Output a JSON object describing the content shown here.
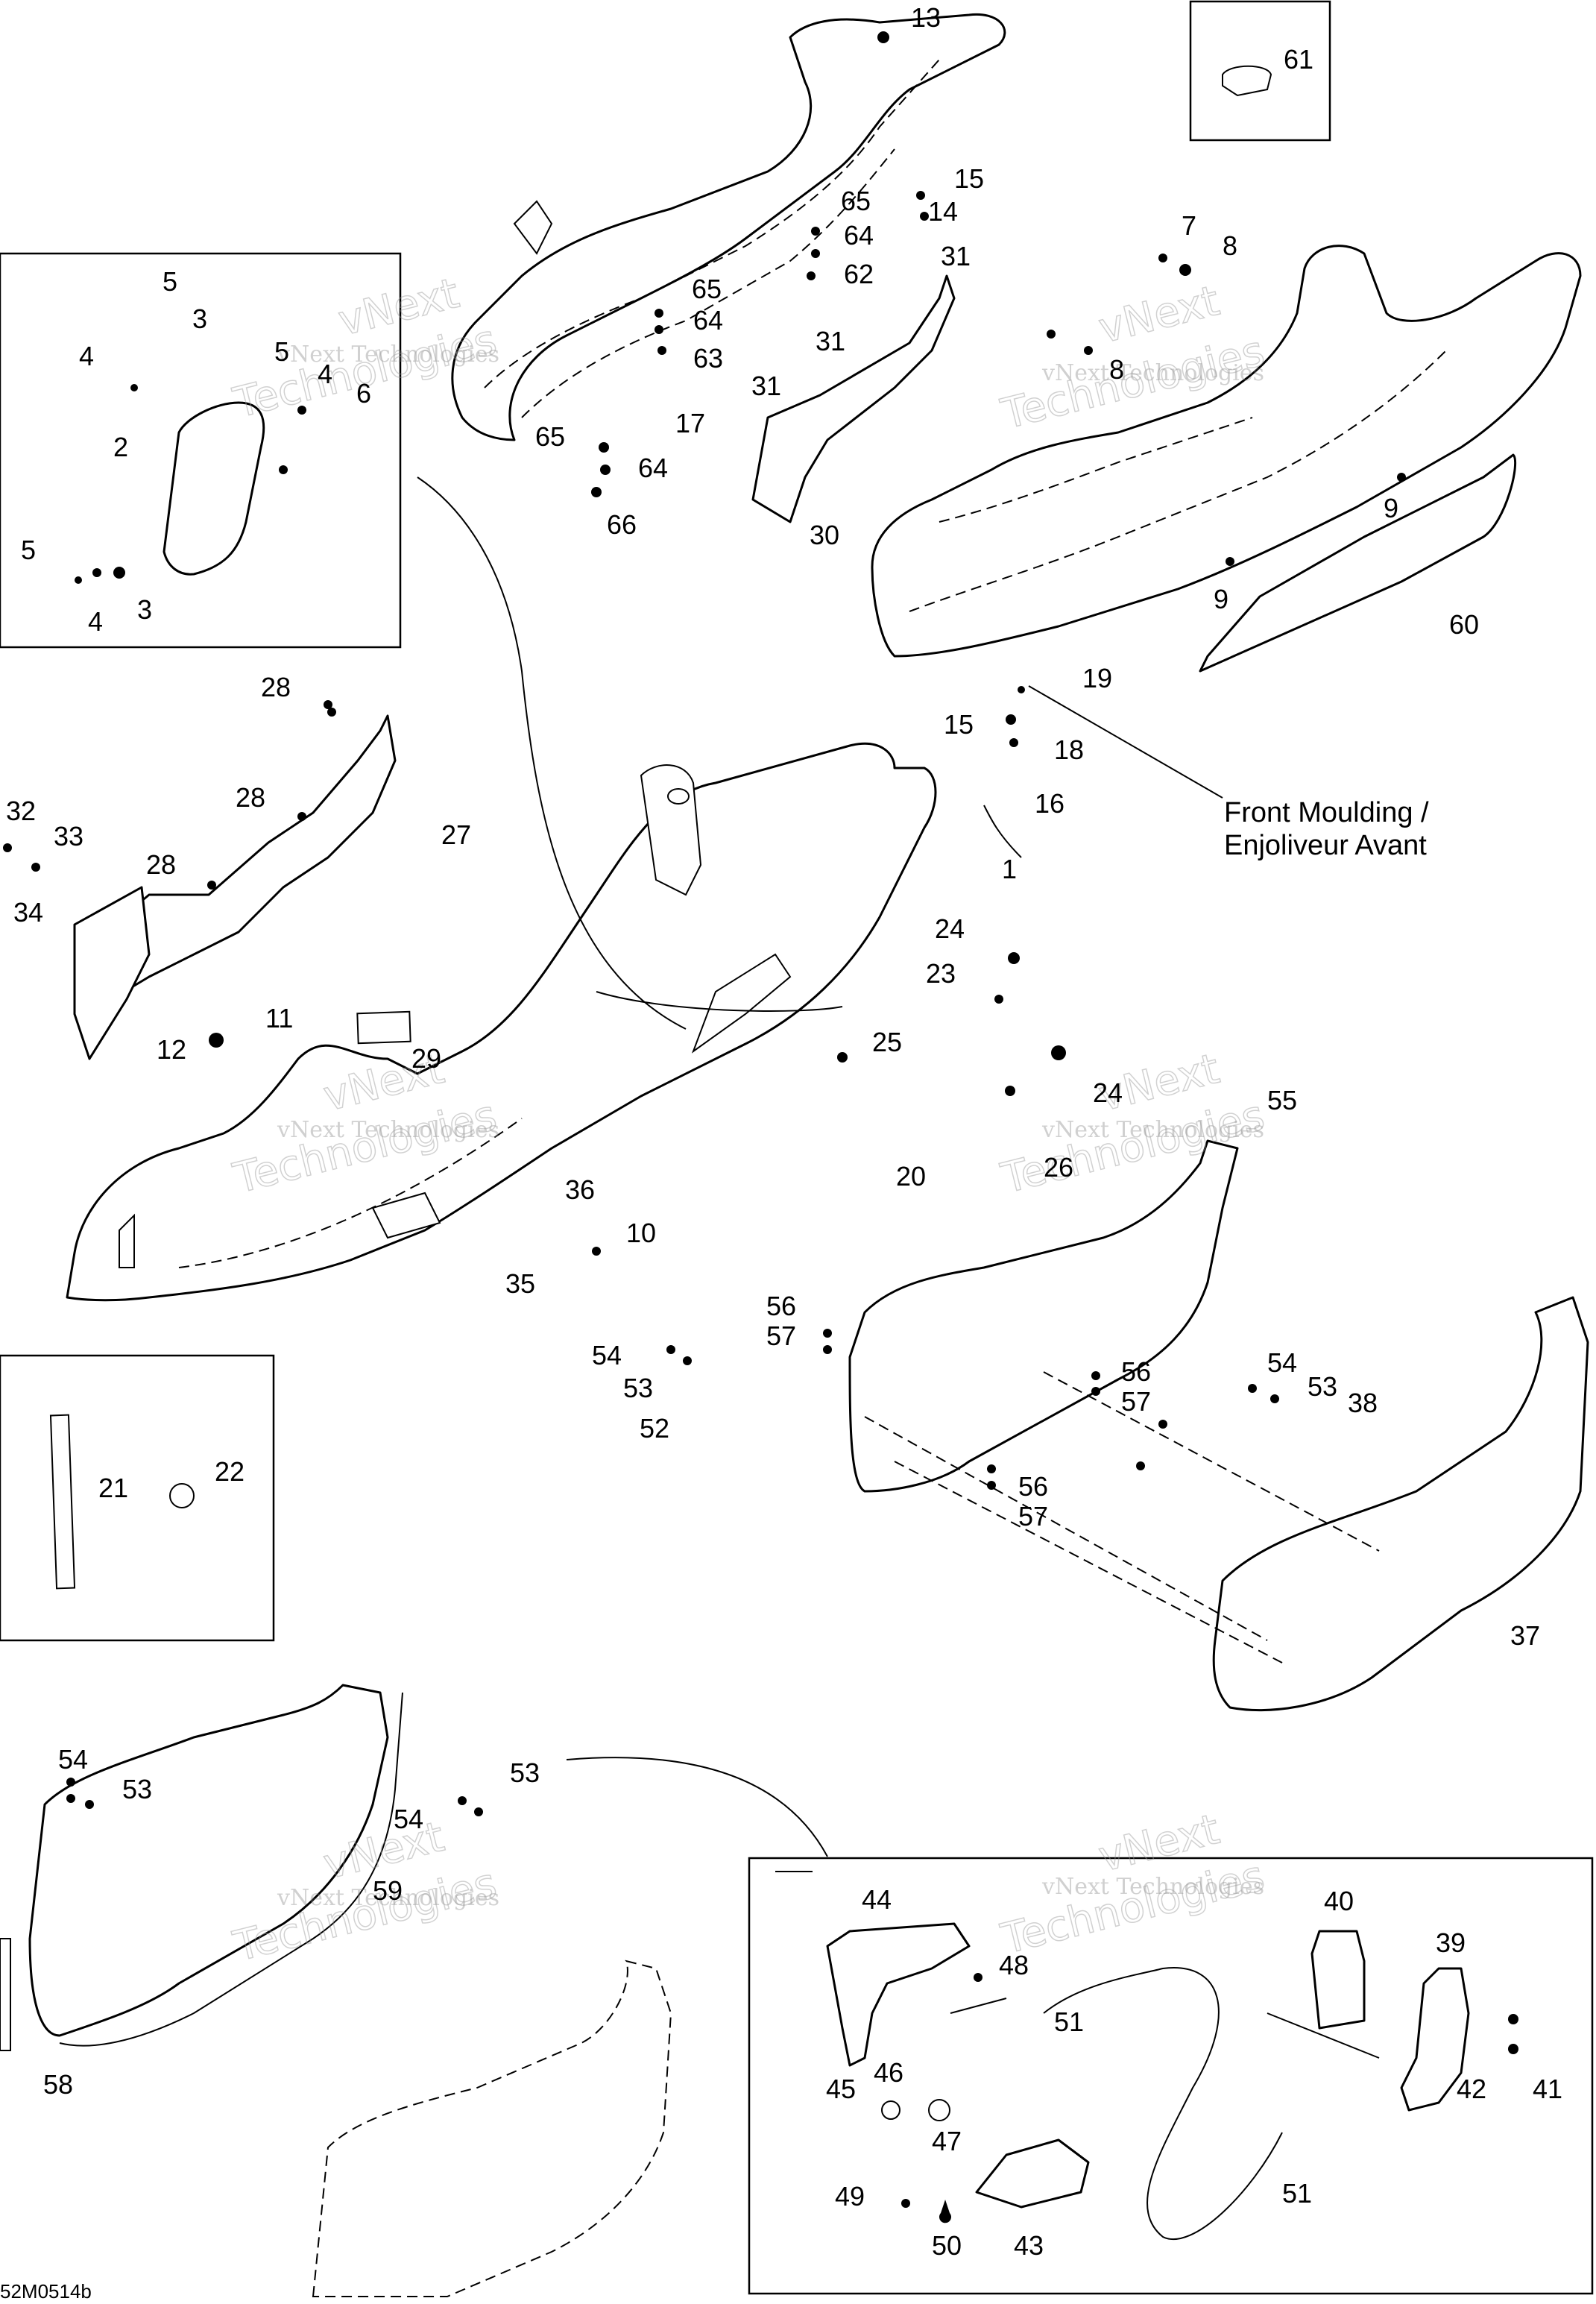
{
  "diagram_code": "52M0514b",
  "note": {
    "line1": "Front Moulding /",
    "line2": "Enjoliveur Avant"
  },
  "watermark": {
    "small": "vNext Technologies",
    "big1": "vNext",
    "big2": "Technologies"
  },
  "callouts": {
    "c1": "1",
    "c2": "2",
    "c3a": "3",
    "c3b": "3",
    "c4a": "4",
    "c4b": "4",
    "c4c": "4",
    "c5a": "5",
    "c5b": "5",
    "c5c": "5",
    "c6": "6",
    "c7": "7",
    "c8a": "8",
    "c8b": "8",
    "c9a": "9",
    "c9b": "9",
    "c10": "10",
    "c11": "11",
    "c12": "12",
    "c13": "13",
    "c14": "14",
    "c15a": "15",
    "c15b": "15",
    "c16": "16",
    "c17": "17",
    "c18": "18",
    "c19": "19",
    "c20": "20",
    "c21": "21",
    "c22": "22",
    "c23": "23",
    "c24a": "24",
    "c24b": "24",
    "c25": "25",
    "c26": "26",
    "c27": "27",
    "c28a": "28",
    "c28b": "28",
    "c28c": "28",
    "c29": "29",
    "c30": "30",
    "c31a": "31",
    "c31b": "31",
    "c31c": "31",
    "c32": "32",
    "c33": "33",
    "c34": "34",
    "c35": "35",
    "c36": "36",
    "c37": "37",
    "c38": "38",
    "c39": "39",
    "c40": "40",
    "c41": "41",
    "c42": "42",
    "c43": "43",
    "c44": "44",
    "c45": "45",
    "c46": "46",
    "c47": "47",
    "c48": "48",
    "c49": "49",
    "c50": "50",
    "c51a": "51",
    "c51b": "51",
    "c52": "52",
    "c53a": "53",
    "c53b": "53",
    "c53c": "53",
    "c53d": "53",
    "c54a": "54",
    "c54b": "54",
    "c54c": "54",
    "c54d": "54",
    "c55": "55",
    "c56a": "56",
    "c56b": "56",
    "c56c": "56",
    "c57a": "57",
    "c57b": "57",
    "c57c": "57",
    "c58": "58",
    "c59": "59",
    "c60": "60",
    "c61": "61",
    "c62": "62",
    "c63": "63",
    "c64a": "64",
    "c64b": "64",
    "c64c": "64",
    "c65a": "65",
    "c65b": "65",
    "c65c": "65",
    "c66": "66"
  }
}
